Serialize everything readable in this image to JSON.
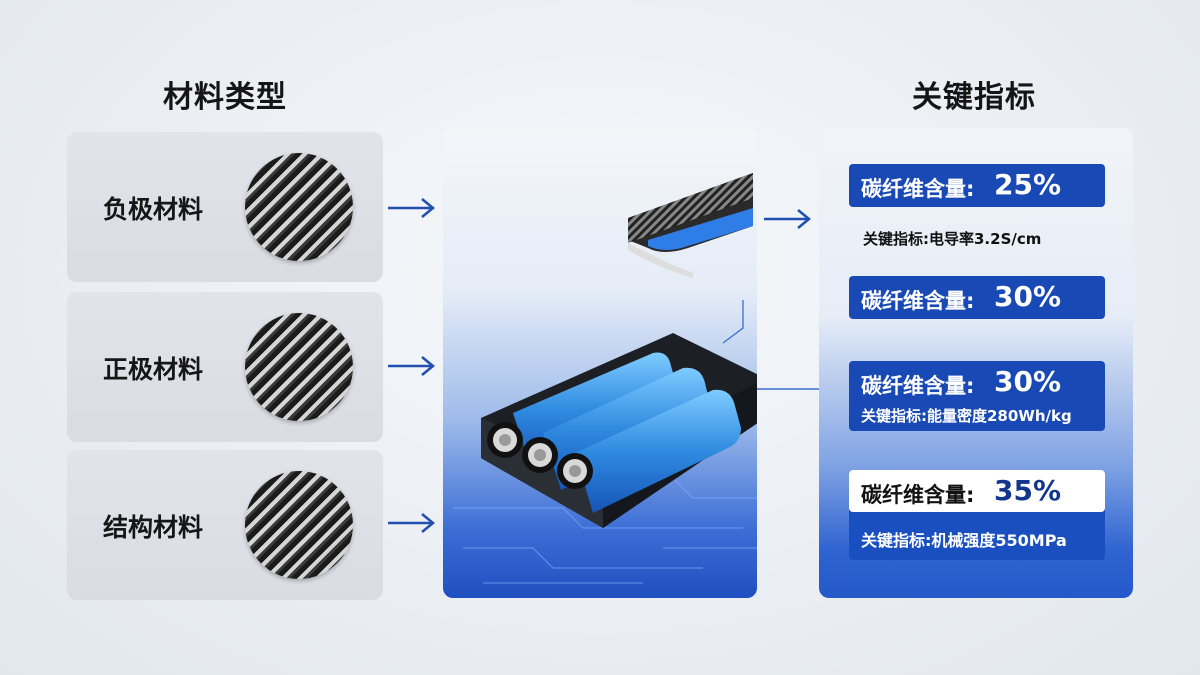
{
  "headings": {
    "materials": "材料类型",
    "indicators": "关键指标"
  },
  "materials": [
    {
      "label": "负极材料"
    },
    {
      "label": "正极材料"
    },
    {
      "label": "结构材料"
    }
  ],
  "metrics": [
    {
      "prefix": "碳纤维含量:",
      "value": "25%",
      "sub": "关键指标:电导率3.2S/cm"
    },
    {
      "prefix": "碳纤维含量:",
      "value": "30%"
    },
    {
      "prefix": "碳纤维含量:",
      "value": "30%",
      "sub": "关键指标:能量密度280Wh/kg"
    },
    {
      "prefix": "碳纤维含量:",
      "value": "35%",
      "sub": "关键指标:机械强度550MPa"
    }
  ],
  "colors": {
    "accent_blue": "#1849b5",
    "arrow_blue": "#1f4fb0",
    "battery_blue": "#2f8be0"
  }
}
